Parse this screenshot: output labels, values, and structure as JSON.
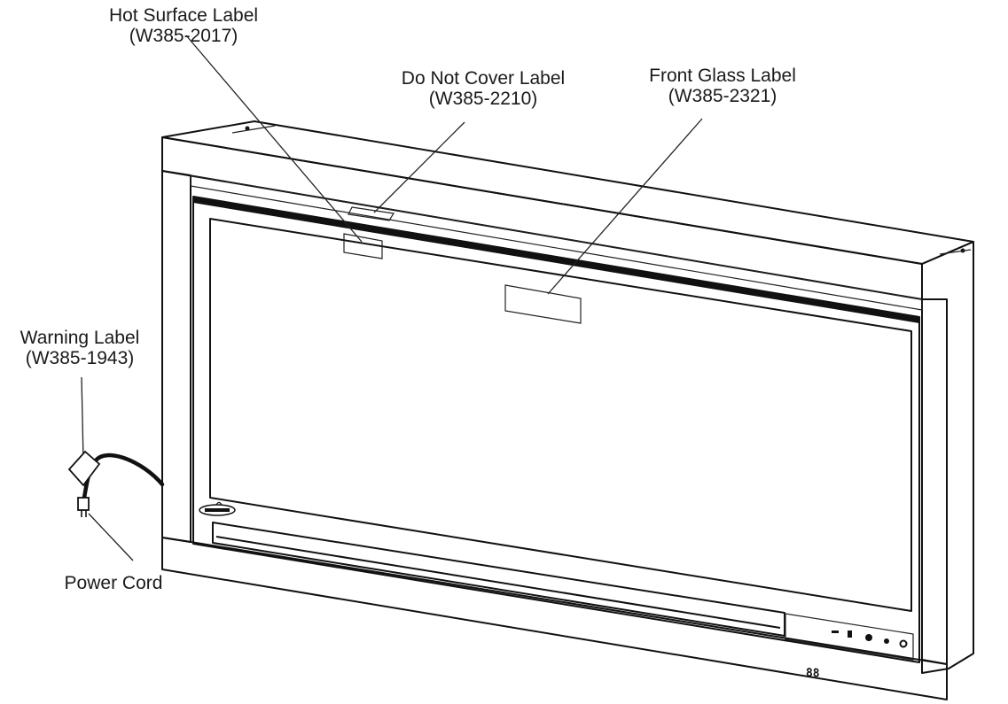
{
  "labels": {
    "hot_surface": {
      "name": "Hot Surface Label",
      "part": "(W385-2017)"
    },
    "do_not_cover": {
      "name": "Do Not Cover Label",
      "part": "(W385-2210)"
    },
    "front_glass": {
      "name": "Front Glass Label",
      "part": "(W385-2321)"
    },
    "warning": {
      "name": "Warning Label",
      "part": "(W385-1943)"
    },
    "power_cord": {
      "name": "Power Cord"
    }
  },
  "control_panel": {
    "display_digits": "88"
  },
  "colors": {
    "line": "#111111",
    "background": "#ffffff"
  }
}
